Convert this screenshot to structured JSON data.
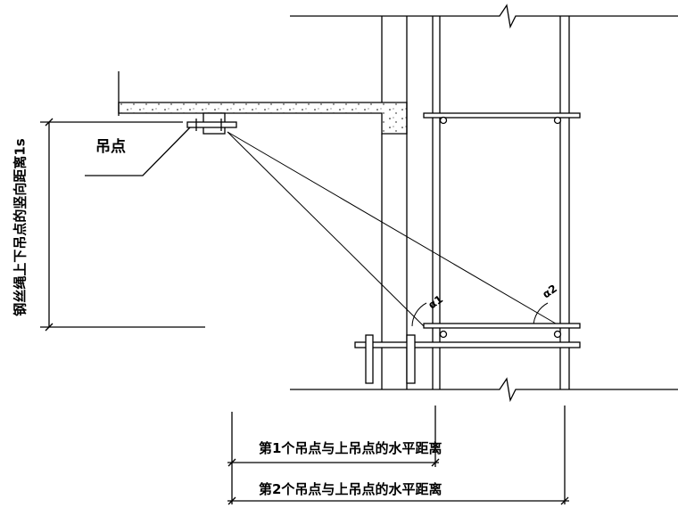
{
  "labels": {
    "lifting_point": "吊点",
    "vertical_distance": "钢丝绳上下吊点的竖向距离1s",
    "angle_1": "α1",
    "angle_2": "α2",
    "horizontal_distance_1": "第1个吊点与上吊点的水平距离",
    "horizontal_distance_2": "第2个吊点与上吊点的水平距离"
  }
}
